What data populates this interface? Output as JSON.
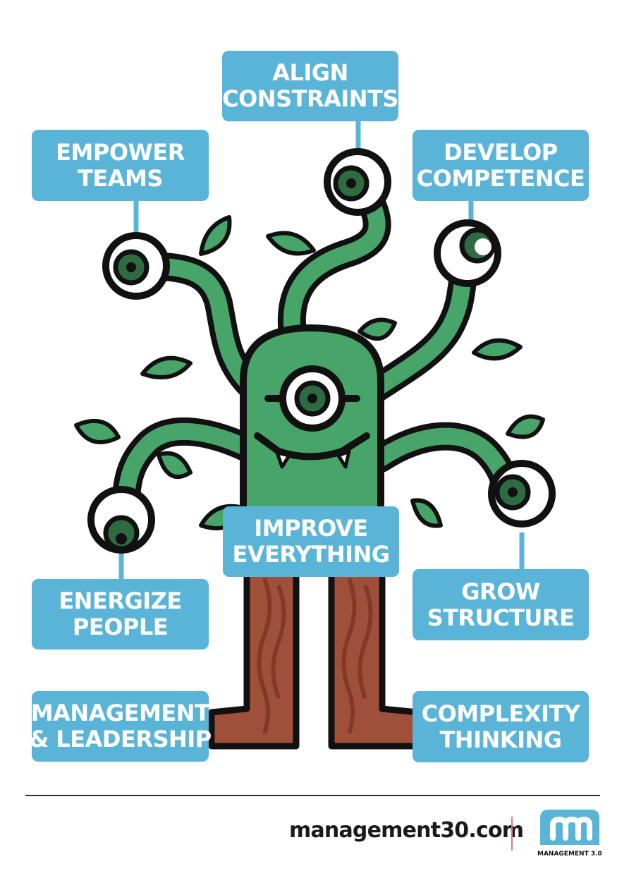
{
  "labels": {
    "align_constraints": [
      "ALIGN",
      "CONSTRAINTS"
    ],
    "empower_teams": [
      "EMPOWER",
      "TEAMS"
    ],
    "develop_competence": [
      "DEVELOP",
      "COMPETENCE"
    ],
    "improve_everything": [
      "IMPROVE",
      "EVERYTHING"
    ],
    "energize_people": [
      "ENERGIZE",
      "PEOPLE"
    ],
    "grow_structure": [
      "GROW",
      "STRUCTURE"
    ],
    "management_leadership": [
      "MANAGEMENT",
      "& LEADERSHIP"
    ],
    "complexity_thinking": [
      "COMPLEXITY",
      "THINKING"
    ]
  },
  "footer": {
    "url": "management30.com",
    "brand": "MANAGEMENT 3.0",
    "logo_letter": "m"
  },
  "colors": {
    "label_blue": "#5ab4d7",
    "body_green": "#48a56a",
    "leg_brown": "#a0503a",
    "outline": "#111111"
  }
}
